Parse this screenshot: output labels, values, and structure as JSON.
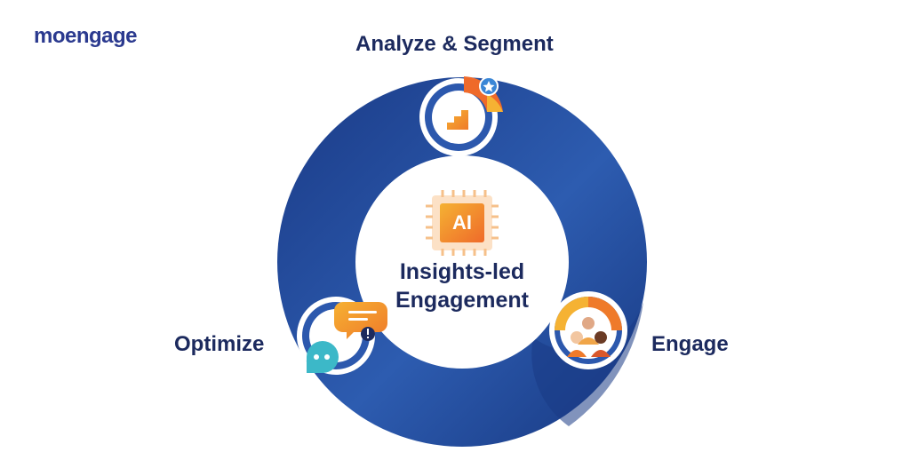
{
  "brand": {
    "logo_text": "moengage"
  },
  "diagram": {
    "center_label_line1": "Insights-led",
    "center_label_line2": "Engagement",
    "chip_label": "AI",
    "stages": [
      {
        "label": "Analyze & Segment",
        "icon": "analytics-chart-icon"
      },
      {
        "label": "Engage",
        "icon": "users-group-icon"
      },
      {
        "label": "Optimize",
        "icon": "chat-bubbles-icon"
      }
    ]
  },
  "colors": {
    "ring_dark": "#1d3f8c",
    "ring_light": "#2f5fb3",
    "text_navy": "#1c2a5e",
    "accent_orange": "#f07a2a",
    "accent_yellow": "#f5b233",
    "accent_teal": "#3cb8c8"
  }
}
